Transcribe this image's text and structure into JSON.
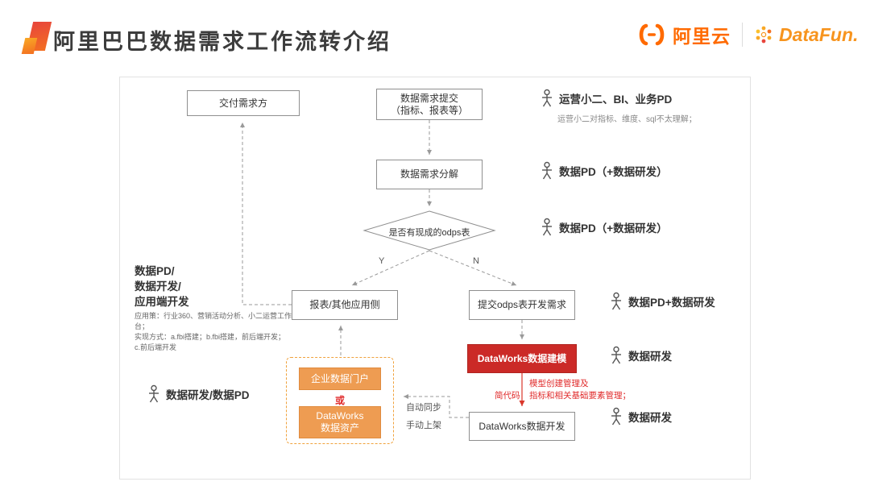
{
  "header": {
    "title": "阿里巴巴数据需求工作流转介绍",
    "aliyun_label": "阿里云",
    "datafun_label": "DataFun."
  },
  "flow": {
    "deliver": "交付需求方",
    "submit_line1": "数据需求提交",
    "submit_line2": "（指标、报表等）",
    "decompose": "数据需求分解",
    "decision": "是否有现成的odps表",
    "branch_yes": "Y",
    "branch_no": "N",
    "report_side": "报表/其他应用侧",
    "submit_odps": "提交odps表开发需求",
    "dataworks_modeling": "DataWorks数据建模",
    "dataworks_dev": "DataWorks数据开发",
    "portal": "企业数据门户",
    "or_label": "或",
    "assets_line1": "DataWorks",
    "assets_line2": "数据资产",
    "sync_line1": "自动同步",
    "sync_line2": "手动上架",
    "code_note": "简代码",
    "model_note_line1": "模型创建管理及",
    "model_note_line2": "指标和相关基础要素管理；"
  },
  "roles": [
    {
      "label": "运营小二、BI、业务PD",
      "note": "运营小二对指标、维度、sql不太理解；"
    },
    {
      "label": "数据PD（+数据研发）"
    },
    {
      "label": "数据PD（+数据研发）"
    },
    {
      "label": "数据PD+数据研发"
    },
    {
      "label": "数据研发"
    },
    {
      "label": "数据研发"
    }
  ],
  "left_panel": {
    "line1": "数据PD/",
    "line2": "数据开发/",
    "line3": "应用端开发",
    "note_line1": "应用策：行业360、营销活动分析、小二运营工作台；",
    "note_line2": "实现方式：a.fbi搭建；b.fbi搭建，前后端开发；",
    "note_line3": "c.前后端开发",
    "role_label": "数据研发/数据PD"
  },
  "colors": {
    "accent_orange": "#F7941E",
    "aliyun_orange": "#FF6A00",
    "modeling_red": "#CB2A27",
    "note_red": "#E02B2B",
    "box_orange": "#EE9C52"
  }
}
